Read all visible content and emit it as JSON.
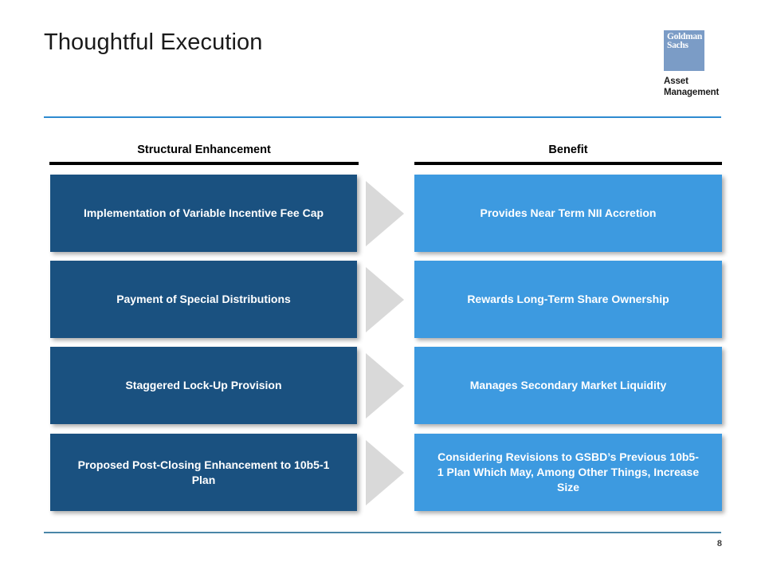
{
  "slide": {
    "title": "Thoughtful Execution",
    "page_number": "8",
    "accent_color": "#2e8bd0",
    "footer_rule_color": "#4a86a8"
  },
  "logo": {
    "name": "goldman-sachs-logo",
    "mark_line1": "Goldman",
    "mark_line2": "Sachs",
    "caption_line1": "Asset",
    "caption_line2": "Management",
    "mark_color": "#7b9cc6"
  },
  "columns": {
    "left_header": "Structural Enhancement",
    "right_header": "Benefit",
    "left_color": "#1a5180",
    "right_color": "#3d9ae0",
    "arrow_color": "#d9d9d9"
  },
  "rows": [
    {
      "structural_enhancement": "Implementation of Variable Incentive Fee Cap",
      "benefit": "Provides Near Term NII Accretion"
    },
    {
      "structural_enhancement": "Payment of Special Distributions",
      "benefit": "Rewards Long-Term Share Ownership"
    },
    {
      "structural_enhancement": "Staggered Lock-Up Provision",
      "benefit": "Manages Secondary Market Liquidity"
    },
    {
      "structural_enhancement": "Proposed Post-Closing Enhancement to 10b5-1 Plan",
      "benefit": "Considering Revisions to GSBD’s Previous 10b5-1 Plan Which May, Among Other Things, Increase Size"
    }
  ]
}
